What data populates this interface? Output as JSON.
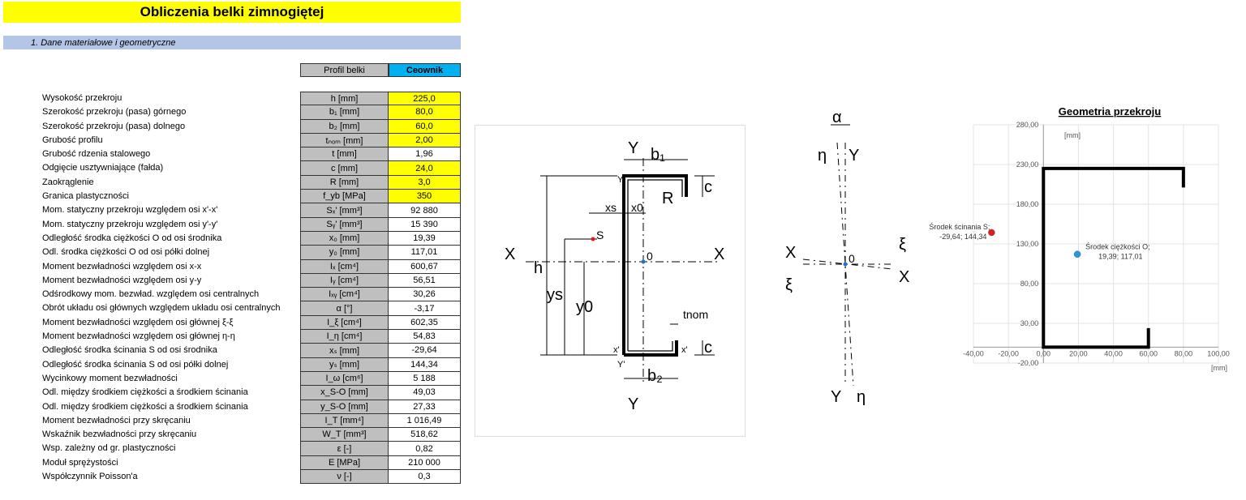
{
  "title": "Obliczenia belki zimnogiętej",
  "section": "1. Dane materiałowe i geometryczne",
  "header": {
    "symbol": "Profil belki",
    "value": "Ceownik"
  },
  "rows": [
    {
      "label": "Wysokość przekroju",
      "symbol": "h [mm]",
      "value": "225,0",
      "input": true
    },
    {
      "label": "Szerokość przekroju (pasa) górnego",
      "symbol": "b₁ [mm]",
      "value": "80,0",
      "input": true
    },
    {
      "label": "Szerokość przekroju (pasa) dolnego",
      "symbol": "b₂ [mm]",
      "value": "60,0",
      "input": true
    },
    {
      "label": "Grubość profilu",
      "symbol": "tₙₒₘ [mm]",
      "value": "2,00",
      "input": true
    },
    {
      "label": "Grubość rdzenia stalowego",
      "symbol": "t [mm]",
      "value": "1,96",
      "input": false
    },
    {
      "label": "Odgięcie usztywniające (fałda)",
      "symbol": "c [mm]",
      "value": "24,0",
      "input": true
    },
    {
      "label": "Zaokrąglenie",
      "symbol": "R [mm]",
      "value": "3,0",
      "input": true
    },
    {
      "label": "Granica plastyczności",
      "symbol": "f_yb [MPa]",
      "value": "350",
      "input": true
    },
    {
      "label": "Mom. statyczny przekroju względem osi x'-x'",
      "symbol": "Sₓ' [mm³]",
      "value": "92 880",
      "input": false
    },
    {
      "label": "Mom. statyczny przekroju względem osi y'-y'",
      "symbol": "Sᵧ' [mm³]",
      "value": "15 390",
      "input": false
    },
    {
      "label": "Odległość środka ciężkości O od osi środnika",
      "symbol": "x₀ [mm]",
      "value": "19,39",
      "input": false
    },
    {
      "label": "Odl. środka ciężkości O od osi półki dolnej",
      "symbol": "y₀ [mm]",
      "value": "117,01",
      "input": false
    },
    {
      "label": "Moment bezwładności względem osi x-x",
      "symbol": "Iₓ [cm⁴]",
      "value": "600,67",
      "input": false
    },
    {
      "label": "Moment bezwładności względem osi y-y",
      "symbol": "Iᵧ [cm⁴]",
      "value": "56,51",
      "input": false
    },
    {
      "label": "Odśrodkowy mom. bezwład. względem osi centralnych",
      "symbol": "Iₓᵧ [cm⁴]",
      "value": "30,26",
      "input": false
    },
    {
      "label": "Obrót układu osi głównych względem układu osi centralnych",
      "symbol": "α [°]",
      "value": "-3,17",
      "input": false
    },
    {
      "label": "Moment bezwładności względem osi głównej ξ-ξ",
      "symbol": "I_ξ [cm⁴]",
      "value": "602,35",
      "input": false
    },
    {
      "label": "Moment bezwładności względem osi głównej η-η",
      "symbol": "I_η [cm⁴]",
      "value": "54,83",
      "input": false
    },
    {
      "label": "Odległość środka ścinania S od osi środnika",
      "symbol": "xₛ [mm]",
      "value": "-29,64",
      "input": false
    },
    {
      "label": "Odległość środka ścinania S od osi półki dolnej",
      "symbol": "yₛ [mm]",
      "value": "144,34",
      "input": false
    },
    {
      "label": "Wycinkowy moment bezwładności",
      "symbol": "I_ω [cm⁶]",
      "value": "5 188",
      "input": false
    },
    {
      "label": "Odl. między środkiem ciężkości a środkiem ścinania",
      "symbol": "x_S-O [mm]",
      "value": "49,03",
      "input": false
    },
    {
      "label": "Odl. między środkiem ciężkości a środkiem ścinania",
      "symbol": "y_S-O [mm]",
      "value": "27,33",
      "input": false
    },
    {
      "label": "Moment bezwładności przy skręcaniu",
      "symbol": "I_T [mm⁴]",
      "value": "1 016,49",
      "input": false
    },
    {
      "label": "Wskaźnik bezwładności przy skręcaniu",
      "symbol": "W_T [mm³]",
      "value": "518,62",
      "input": false
    },
    {
      "label": "Wsp. zależny od gr. plastyczności",
      "symbol": "ε [-]",
      "value": "0,82",
      "input": false
    },
    {
      "label": "Moduł sprężystości",
      "symbol": "E [MPa]",
      "value": "210 000",
      "input": false
    },
    {
      "label": "Współczynnik Poisson'a",
      "symbol": "ν [-]",
      "value": "0,3",
      "input": false
    }
  ],
  "diagram": {
    "labels": {
      "Y": "Y",
      "X": "X",
      "b1": "b₁",
      "b2": "b₂",
      "R": "R",
      "c": "c",
      "xs": "xs",
      "x0": "x0",
      "S": "S",
      "O": "0",
      "h": "h",
      "ys": "ys",
      "y0": "y0",
      "tnom": "tnom",
      "yprime": "Y'",
      "xprime": "x'"
    }
  },
  "axes_diagram": {
    "labels": {
      "alpha": "α",
      "eta": "η",
      "Y": "Y",
      "X": "X",
      "xi": "ξ",
      "O": "0"
    }
  },
  "chart_data": {
    "type": "scatter",
    "title": "Geometria przekroju",
    "xlabel": "[mm]",
    "ylabel": "[mm]",
    "xlim": [
      -40,
      100
    ],
    "ylim": [
      -20,
      280
    ],
    "xticks": [
      -40,
      -20,
      0,
      20,
      40,
      60,
      80,
      100
    ],
    "xtick_labels": [
      "-40,00",
      "-20,00",
      "0,00",
      "20,00",
      "40,00",
      "60,00",
      "80,00",
      "100,00"
    ],
    "yticks": [
      -20,
      30,
      80,
      130,
      180,
      230,
      280
    ],
    "ytick_labels": [
      "-20,00",
      "30,00",
      "80,00",
      "130,00",
      "180,00",
      "230,00",
      "280,00"
    ],
    "grid": true,
    "outline": {
      "x": [
        80,
        80,
        0,
        0,
        60,
        60
      ],
      "y": [
        201,
        225,
        225,
        0,
        0,
        24
      ]
    },
    "points": [
      {
        "label": "Środek ścinania S;",
        "coords": "-29,64; 144,34",
        "x": -29.64,
        "y": 144.34,
        "color": "#e31a1c"
      },
      {
        "label": "Środek ciężkości O;",
        "coords": "19,39; 117,01",
        "x": 19.39,
        "y": 117.01,
        "color": "#1e9be6"
      }
    ]
  }
}
